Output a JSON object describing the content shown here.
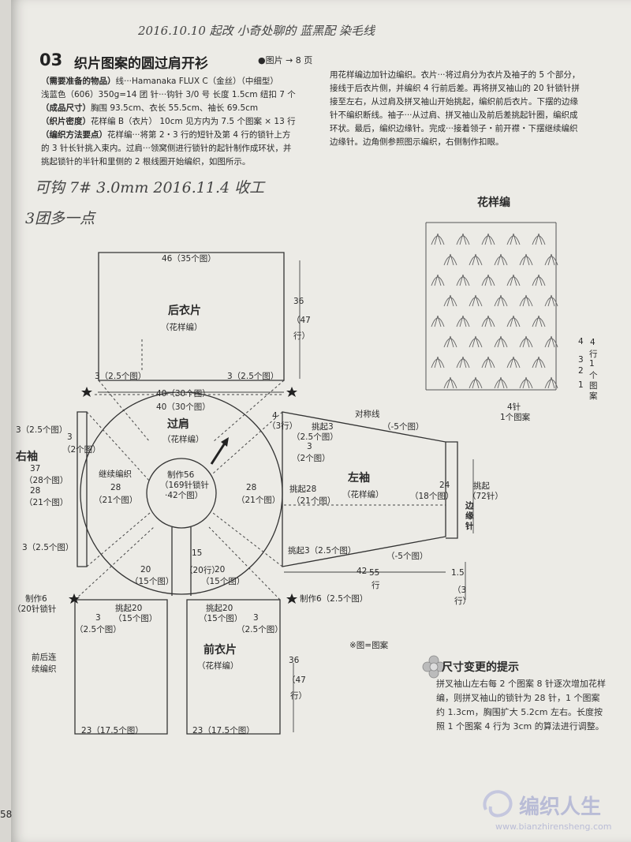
{
  "handwriting": {
    "top_note": "2016.10.10 起改 小奇处聊的 蓝黑配 染毛线",
    "gauge_note": "可钩 7# 3.0mm 2016.11.4 收工",
    "gauge_note2": "3团多一点"
  },
  "header": {
    "number": "03",
    "title": "织片图案的圆过肩开衫",
    "page_ref": "●图片 → 8 页"
  },
  "materials": {
    "line1_label": "（需要准备的物品）",
    "line1": "线···Hamanaka FLUX C（金丝）（中细型）",
    "line2": "浅蓝色（606）350g=14 团  针···钩针 3/0 号  长度 1.5cm 纽扣 7 个",
    "size_label": "（成品尺寸）",
    "size": "胸围 93.5cm、衣长 55.5cm、袖长 69.5cm",
    "gauge_label": "（织片密度）",
    "gauge": "花样编 B（衣片）  10cm 见方内为 7.5 个图案 × 13 行",
    "method_label": "（编织方法要点）",
    "method1": "花样编···将第 2・3 行的短针及第 4 行的锁针上方",
    "method2": "的 3 针长针挑入束内。过肩···领窝侧进行锁针的起针制作成环状，并",
    "method3": "挑起锁针的半针和里侧的 2 根线圈开始编织，如图所示。"
  },
  "instructions": [
    "用花样编边加针边编织。衣片···将过肩分为衣片及袖子的 5 个部分，",
    "接线于后衣片侧，并编织 4 行前后差。再将拼叉袖山的 20 针锁针拼",
    "接至左右，从过肩及拼叉袖山开始挑起，编织前后衣片。下摆的边缘",
    "针不编织断线。袖子···从过肩、拼叉袖山及前后差挑起针圈，编织成",
    "环状。最后，编织边缘针。完成···接着领子・前开襟・下摆继续编织",
    "边缘针。边角侧参照图示编织，右侧制作扣眼。"
  ],
  "diagram": {
    "back_title": "后衣片",
    "back_sub": "（花样编）",
    "back_width": "46（35个图）",
    "back_height": "36",
    "back_height2": "（47",
    "back_height3": "行）",
    "back_left3": "3（2.5个图）",
    "back_right3": "3（2.5个图）",
    "yoke_outer": "40（30个图）",
    "yoke_outer2": "40（30个图）",
    "yoke_title": "过肩",
    "yoke_sub": "（花样编）",
    "neck1": "制作56",
    "neck2": "（169针锁针",
    "neck3": "·42个图）",
    "continue_label": "继续编织",
    "yoke_left28": "28",
    "yoke_left28b": "（21个图）",
    "yoke_right28": "28",
    "yoke_right28b": "（21个图）",
    "yoke_20l": "20",
    "yoke_20lb": "（15个图）",
    "yoke_20r": "20",
    "yoke_20rb": "（15个图）",
    "yoke_15": "15",
    "yoke_15b": "（20行）",
    "right_sleeve": "右袖",
    "rs_top": "3（2.5个图）",
    "rs_3": "3",
    "rs_3b": "（2个图）",
    "rs_37": "37",
    "rs_28": "（28个图）",
    "rs_28b": "28",
    "rs_21": "（21个图）",
    "rs_bottom": "3（2.5个图）",
    "left_sleeve": "左袖",
    "left_sleeve_sub": "（花样编）",
    "ls_4": "4",
    "ls_4b": "（3行）",
    "ls_sym": "对称线",
    "ls_pick3": "挑起3",
    "ls_pick3b": "（2.5个图）",
    "ls_3": "3",
    "ls_3b": "（2个图）",
    "ls_pick28": "挑起28",
    "ls_pick28b": "（21个图）",
    "ls_24": "24",
    "ls_24b": "（18个图）",
    "ls_pick72": "挑起",
    "ls_pick72b": "（72针）",
    "ls_edge": "边缘针",
    "ls_minus5": "（-5个图）",
    "ls_pick3c": "挑起3（2.5个图）",
    "ls_minus5b": "（-5个图）",
    "ls_42": "42",
    "ls_55": "55",
    "ls_55b": "行",
    "ls_15": "1.5",
    "ls_15b": "（3",
    "ls_15c": "行）",
    "make6l": "制作6",
    "make6lb": "（20针锁针",
    "make6r": "制作6（2.5个图）",
    "front_pick_l": "挑起20",
    "front_pick_lb": "（15个图）",
    "front_pick_r": "挑起20",
    "front_pick_rb": "（15个图）",
    "front_3l": "3",
    "front_3lb": "（2.5个图）",
    "front_3r": "3",
    "front_3rb": "（2.5个图）",
    "front_cont": "前后连",
    "front_cont2": "续编织",
    "front_title": "前衣片",
    "front_sub": "（花样编）",
    "front_h": "36",
    "front_h2": "（47",
    "front_h3": "行）",
    "front_w_l": "23（17.5个图）",
    "front_w_r": "23（17.5个图）",
    "legend": "※图=图案"
  },
  "stitch_chart": {
    "title": "花样编",
    "r4": "4",
    "r3": "3",
    "r2": "2",
    "r1": "1",
    "rows": "4",
    "rows_b": "行",
    "motif1": "1",
    "motif2": "个",
    "motif3": "图",
    "motif4": "案",
    "bottom1": "4针",
    "bottom2": "1个图案"
  },
  "tips": {
    "title": "尺寸变更的提示",
    "lines": [
      "拼叉袖山左右每 2 个图案 8 针逐次增加花样",
      "编，则拼叉袖山的锁针为 28 针，1 个图案",
      "约 1.3cm，胸围扩大 5.2cm 左右。长度按",
      "照 1 个图案 4 行为 3cm 的算法进行调整。"
    ]
  },
  "footer": {
    "page_number": "58",
    "watermark_text": "编织人生",
    "watermark_url": "www.bianzhirensheng.com"
  }
}
